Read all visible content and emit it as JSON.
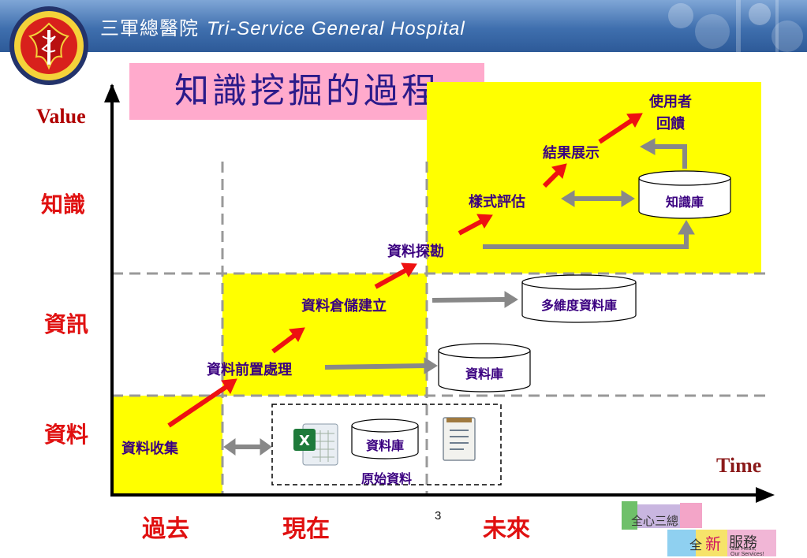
{
  "header": {
    "hospital_zh": "三軍總醫院",
    "hospital_en": "Tri-Service General Hospital"
  },
  "title": "知識挖掘的過程",
  "axes": {
    "y_title": "Value",
    "x_title": "Time",
    "y_levels": [
      "知識",
      "資訊",
      "資料"
    ],
    "x_periods": [
      "過去",
      "現在",
      "未來"
    ]
  },
  "steps": {
    "collect": "資料收集",
    "preprocess": "資料前置處理",
    "warehouse": "資料倉儲建立",
    "explore": "資料探勘",
    "evaluate": "樣式評估",
    "present": "結果展示",
    "feedback_line1": "使用者",
    "feedback_line2": "回饋"
  },
  "stores": {
    "raw_db": "資料庫",
    "raw_group": "原始資料",
    "database": "資料庫",
    "multidim_db": "多維度資料庫",
    "knowledge_base": "知識庫"
  },
  "page_number": "3",
  "badge": {
    "line1": "全心三總",
    "line2_a": "全",
    "line2_b": "新",
    "line2_c": "服務",
    "slogan1": "Our Heart,",
    "slogan2": "Our Services!"
  },
  "colors": {
    "highlight": "#ffff00",
    "title_bg": "#ffaacc",
    "label_red": "#e01010",
    "step_purple": "#3a0080",
    "arrow_red": "#ee1111",
    "arrow_gray": "#888888"
  },
  "icons": [
    "excel-icon",
    "document-icon",
    "database-icon"
  ]
}
